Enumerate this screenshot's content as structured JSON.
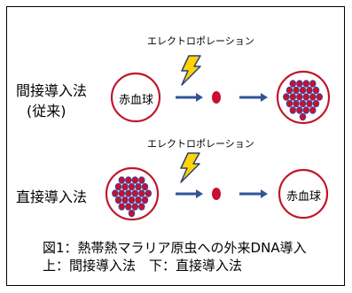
{
  "figure": {
    "top_row": {
      "technique": "エレクトロポレーション",
      "method_line1": "間接導入法",
      "method_line2": "(従来)",
      "start_cell_label": "赤血球"
    },
    "bottom_row": {
      "technique": "エレクトロポレーション",
      "method": "直接導入法",
      "end_cell_label": "赤血球"
    },
    "caption": {
      "line1": "図1：熱帯熱マラリア原虫への外来DNA導入",
      "line2": "上：間接導入法　下：直接導入法"
    },
    "colors": {
      "cell_outline": "#c0182a",
      "parasite": "#c8102e",
      "parasite_outline": "#3a4aa0",
      "arrow": "#2f5597",
      "lightning_fill": "#ffd400",
      "lightning_stroke": "#2b3f7a"
    },
    "icons": [
      "lightning-icon",
      "right-arrow-icon"
    ]
  }
}
